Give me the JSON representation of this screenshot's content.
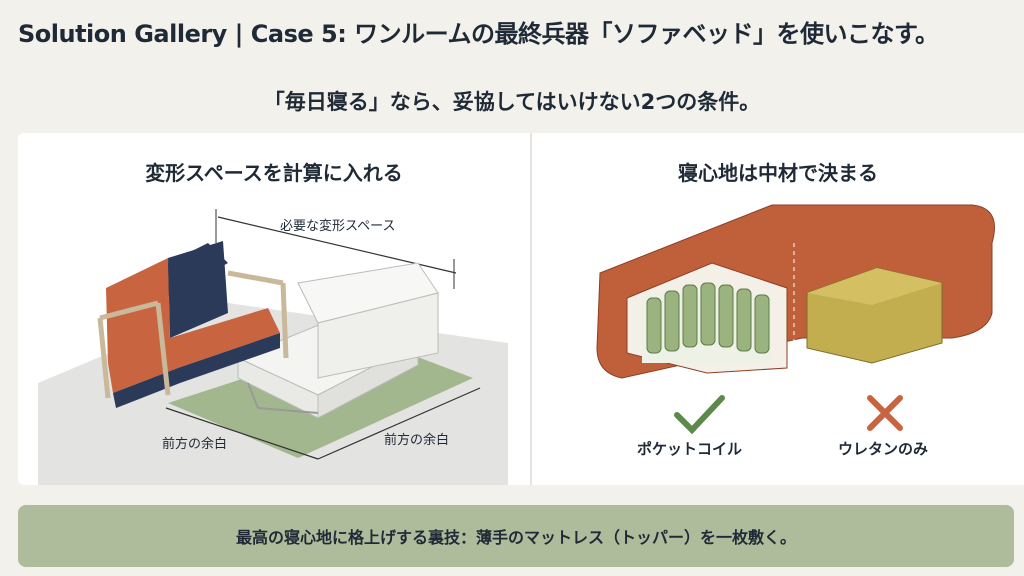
{
  "header": {
    "title": "Solution Gallery | Case 5: ワンルームの最終兵器「ソファベッド」を使いこなす。",
    "subtitle": "「毎日寝る」なら、妥協してはいけない2つの条件。"
  },
  "panels": [
    {
      "heading": "変形スペースを計算に入れる",
      "labels": {
        "required_space": "必要な変形スペース",
        "front_margin_left": "前方の余白",
        "front_margin_right": "前方の余白"
      }
    },
    {
      "heading": "寝心地は中材で決まる",
      "options": [
        {
          "label": "ポケットコイル",
          "icon": "check-icon",
          "color": "#5d8a4a"
        },
        {
          "label": "ウレタンのみ",
          "icon": "cross-icon",
          "color": "#c8643f"
        }
      ]
    }
  ],
  "footer": {
    "tip": "最高の寝心地に格上げする裏技：薄手のマットレス（トッパー）を一枚敷く。"
  },
  "colors": {
    "background": "#f2f1ec",
    "sofa_orange": "#c8643f",
    "sofa_navy": "#2a3a58",
    "floor_green": "#a3b78f",
    "tip_bar": "#aebc9c"
  }
}
